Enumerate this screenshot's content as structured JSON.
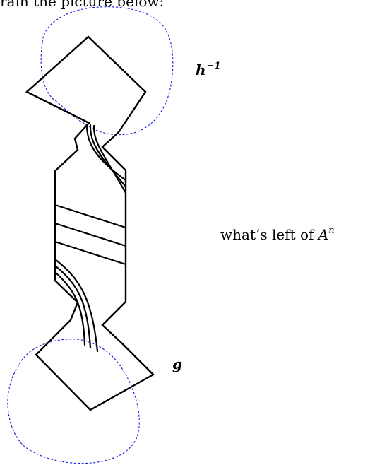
{
  "caption": "rain the picture below:",
  "labels": {
    "top_generator_base": "h",
    "top_generator_exp": "−1",
    "bottom_generator": "g",
    "remainder_text": "what’s left of",
    "remainder_symbol": "A",
    "remainder_exp": "n"
  },
  "colors": {
    "outline": "#000000",
    "dashed_region": "#1a1ae6"
  }
}
